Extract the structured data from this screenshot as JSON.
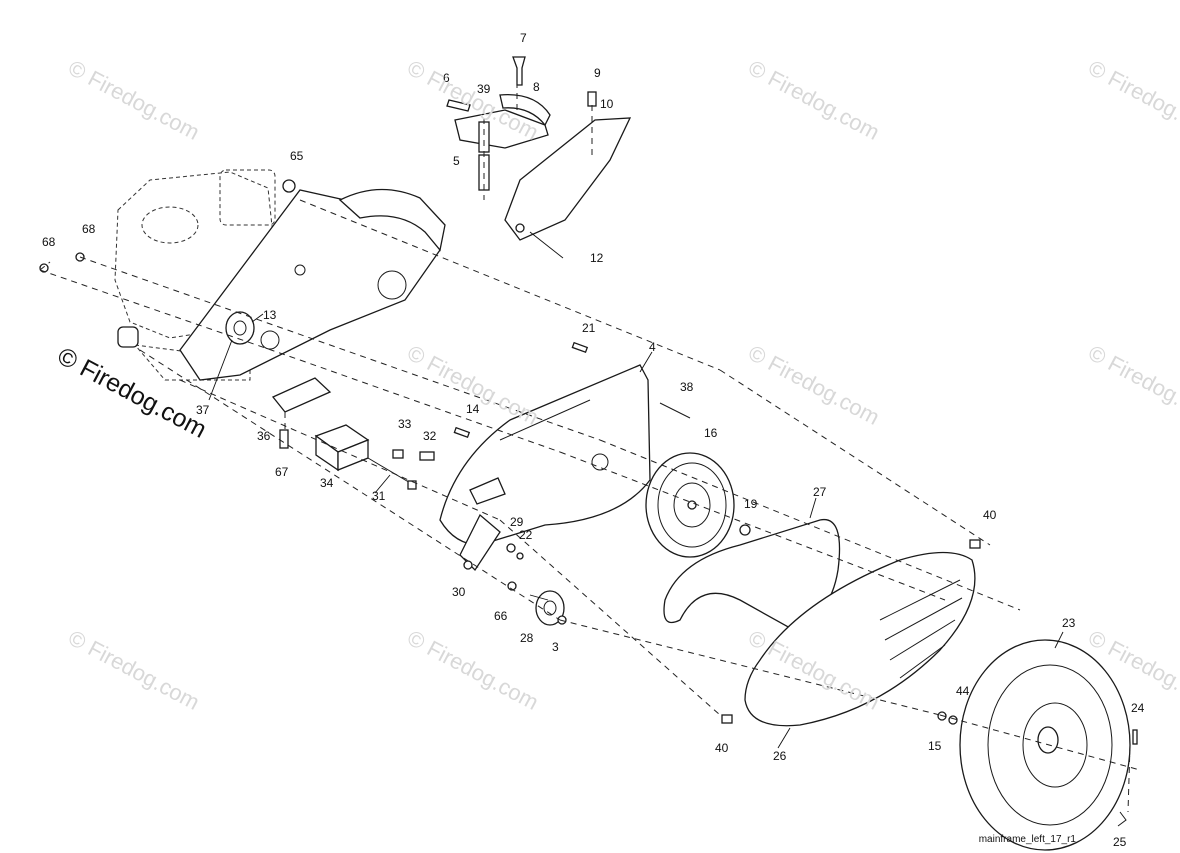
{
  "watermark": {
    "text": "© Firedog.com"
  },
  "diagram": {
    "code": "mainframe_left_17_r1",
    "callouts": [
      "7",
      "6",
      "39",
      "8",
      "9",
      "10",
      "5",
      "12",
      "65",
      "68",
      "68",
      "13",
      "21",
      "4",
      "38",
      "14",
      "37",
      "36",
      "33",
      "32",
      "16",
      "27",
      "67",
      "34",
      "31",
      "19",
      "40",
      "29",
      "22",
      "30",
      "66",
      "28",
      "3",
      "23",
      "44",
      "24",
      "40",
      "15",
      "26",
      "25"
    ]
  }
}
